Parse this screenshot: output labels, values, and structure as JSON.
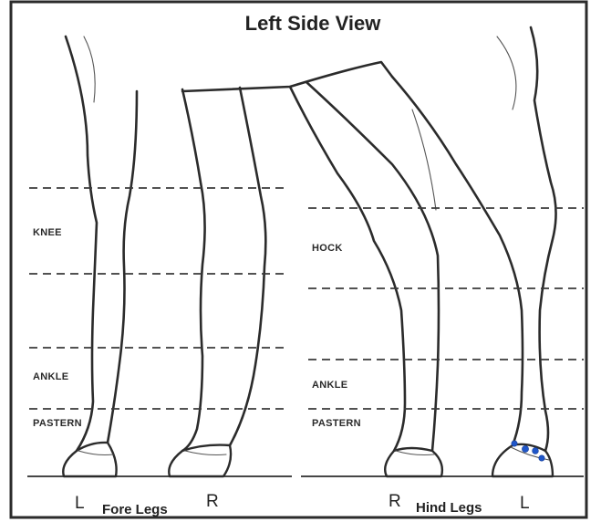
{
  "title": "Left Side View",
  "regions": {
    "fore_knee": "KNEE",
    "fore_ankle": "ANKLE",
    "fore_pastern": "PASTERN",
    "hind_hock": "HOCK",
    "hind_ankle": "ANKLE",
    "hind_pastern": "PASTERN"
  },
  "fore_legs": {
    "left_letter": "L",
    "right_letter": "R",
    "label": "Fore Legs"
  },
  "hind_legs": {
    "right_letter": "R",
    "left_letter": "L",
    "label": "Hind Legs"
  },
  "marks": {
    "color": "#1f56c9",
    "leg": "left hind",
    "location": "coronet",
    "count": 4
  },
  "colors": {
    "line": "#2b2b2b",
    "background": "#ffffff",
    "marking": "#1f56c9"
  }
}
